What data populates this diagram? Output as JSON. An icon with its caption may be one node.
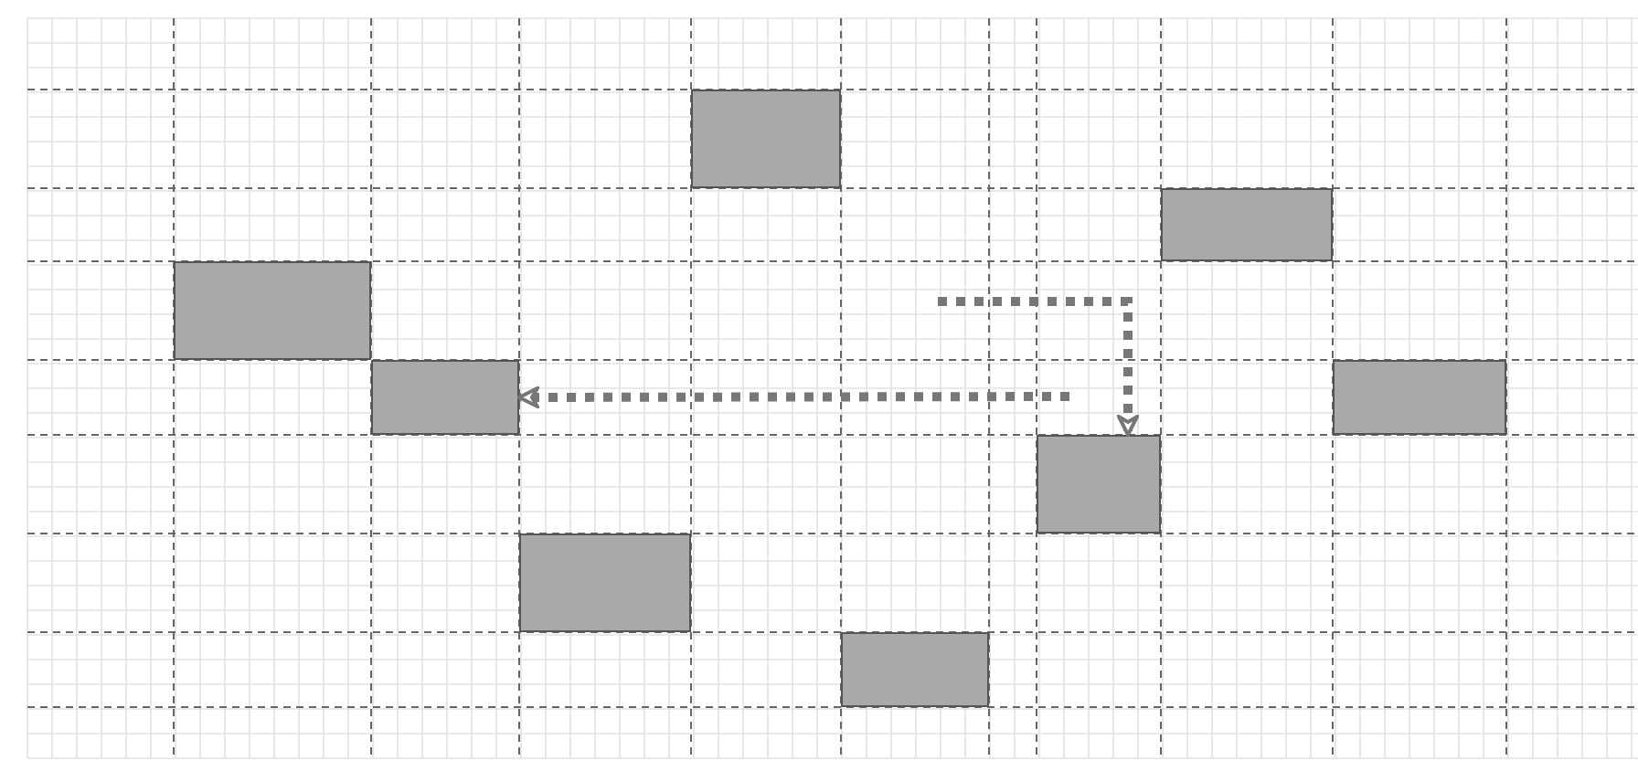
{
  "diagram": {
    "nodes": [
      {
        "text": [],
        "shape": "box"
      },
      {
        "text": [],
        "shape": "box"
      },
      {
        "text": [],
        "shape": "box"
      },
      {
        "text": [],
        "shape": "box"
      },
      {
        "text": [],
        "shape": "box"
      },
      {
        "text": [],
        "shape": "box"
      },
      {
        "text": [],
        "shape": "box"
      },
      {
        "text": [],
        "shape": "box"
      }
    ],
    "edges": [
      {
        "from": null,
        "to": 3,
        "arrow": "to",
        "style": "dashed"
      },
      {
        "from": null,
        "to": 5,
        "arrow": "to",
        "style": "dashed"
      }
    ]
  }
}
